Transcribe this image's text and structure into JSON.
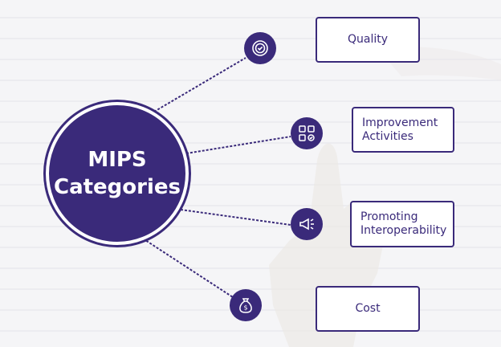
{
  "center": {
    "line1": "MIPS",
    "line2": "Categories"
  },
  "categories": [
    {
      "label": "Quality",
      "icon": "quality-badge-icon"
    },
    {
      "label_line1": "Improvement",
      "label_line2": "Activities",
      "icon": "activities-grid-icon"
    },
    {
      "label_line1": "Promoting",
      "label_line2": "Interoperability",
      "icon": "megaphone-icon"
    },
    {
      "label": "Cost",
      "icon": "money-bag-icon"
    }
  ],
  "colors": {
    "primary": "#3a2a7a",
    "box_bg": "#ffffff",
    "background": "#f6f6f8"
  }
}
